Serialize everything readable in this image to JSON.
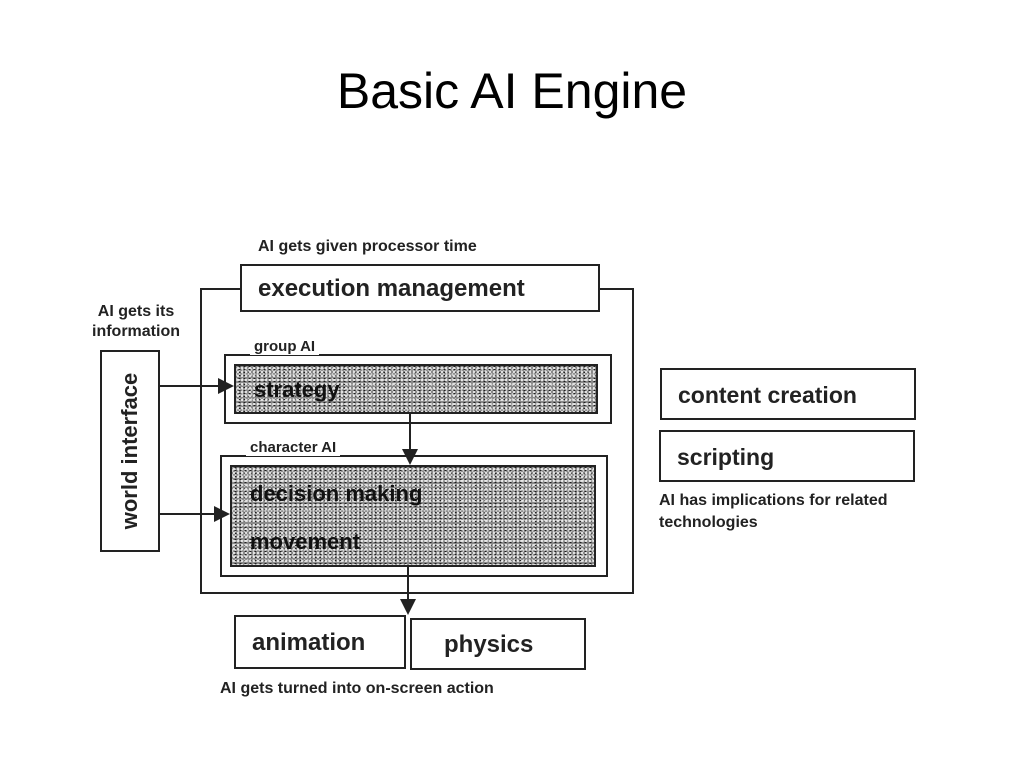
{
  "slide": {
    "title": "Basic AI Engine"
  },
  "diagram": {
    "processor_note": "AI gets given processor time",
    "execution_management": "execution management",
    "info_note": "AI gets its information",
    "world_interface": "world interface",
    "group_ai": "group AI",
    "strategy": "strategy",
    "character_ai": "character AI",
    "decision_making": "decision making",
    "movement": "movement",
    "animation": "animation",
    "physics": "physics",
    "action_note": "AI gets turned into on-screen action",
    "content_creation": "content creation",
    "scripting": "scripting",
    "implications_note": "AI has implications for related technologies"
  }
}
